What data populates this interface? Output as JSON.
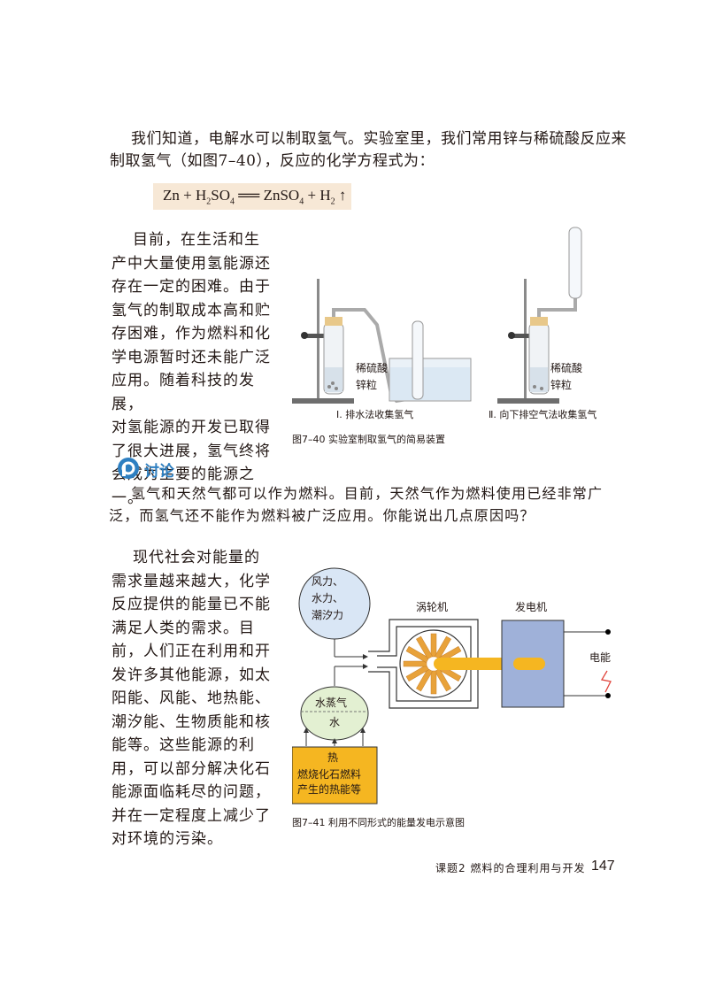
{
  "intro": {
    "line1": "我们知道，电解水可以制取氢气。实验室里，我们常用锌与稀硫酸反应来",
    "line2": "制取氢气（如图7–40），反应的化学方程式为："
  },
  "equation": {
    "zn": "Zn",
    "plus1": " + ",
    "h2so4_h": "H",
    "h2so4_2": "2",
    "h2so4_so": "SO",
    "h2so4_4": "4",
    "arrow": "══",
    "znso": "ZnSO",
    "znso_4": "4",
    "plus2": " + ",
    "h2_h": "H",
    "h2_2": "2",
    "gas_arrow": "↑"
  },
  "para2": [
    "目前，在生活和生",
    "产中大量使用氢能源还",
    "存在一定的困难。由于",
    "氢气的制取成本高和贮",
    "存困难，作为燃料和化",
    "学电源暂时还未能广泛",
    "应用。随着科技的发展，",
    "对氢能源的开发已取得",
    "了很大进展，氢气终将",
    "会成为主要的能源之一。"
  ],
  "fig40": {
    "label_acid_1": "稀硫酸",
    "label_zinc_1": "锌粒",
    "label_acid_2": "稀硫酸",
    "label_zinc_2": "锌粒",
    "sub_1": "Ⅰ. 排水法收集氢气",
    "sub_2": "Ⅱ. 向下排空气法收集氢气",
    "caption": "图7–40  实验室制取氢气的简易装置"
  },
  "discussion": {
    "title": "讨论",
    "line1": "氢气和天然气都可以作为燃料。目前，天然气作为燃料使用已经非常广",
    "line2": "泛，而氢气还不能作为燃料被广泛应用。你能说出几点原因吗？"
  },
  "para3": [
    "现代社会对能量的",
    "需求量越来越大，化学",
    "反应提供的能量已不能",
    "满足人类的需求。目",
    "前，人们正在利用和开",
    "发许多其他能源，如太",
    "阳能、风能、地热能、",
    "潮汐能、生物质能和核",
    "能等。这些能源的利",
    "用，可以部分解决化石",
    "能源面临耗尽的问题，",
    "并在一定程度上减少了",
    "对环境的污染。"
  ],
  "fig41": {
    "circle_line1": "风力、",
    "circle_line2": "水力、",
    "circle_line3": "潮汐力",
    "turbine": "涡轮机",
    "generator": "发电机",
    "electricity": "电能",
    "steam": "水蒸气",
    "water": "水",
    "heat_title": "热",
    "heat_line1": "燃烧化石燃料",
    "heat_line2": "产生的热能等",
    "caption": "图7–41  利用不同形式的能量发电示意图"
  },
  "footer": {
    "chapter": "课题2  燃料的合理利用与开发",
    "page": "147"
  },
  "colors": {
    "accent_blue": "#2e7fc1",
    "eq_bg": "#f7e8d6",
    "circle_blue": "#d9e6f5",
    "steam_green": "#e3f0d2",
    "heat_yellow": "#f5b621",
    "generator_blue": "#9fb1d9",
    "turbine_orange": "#e8a23a"
  }
}
